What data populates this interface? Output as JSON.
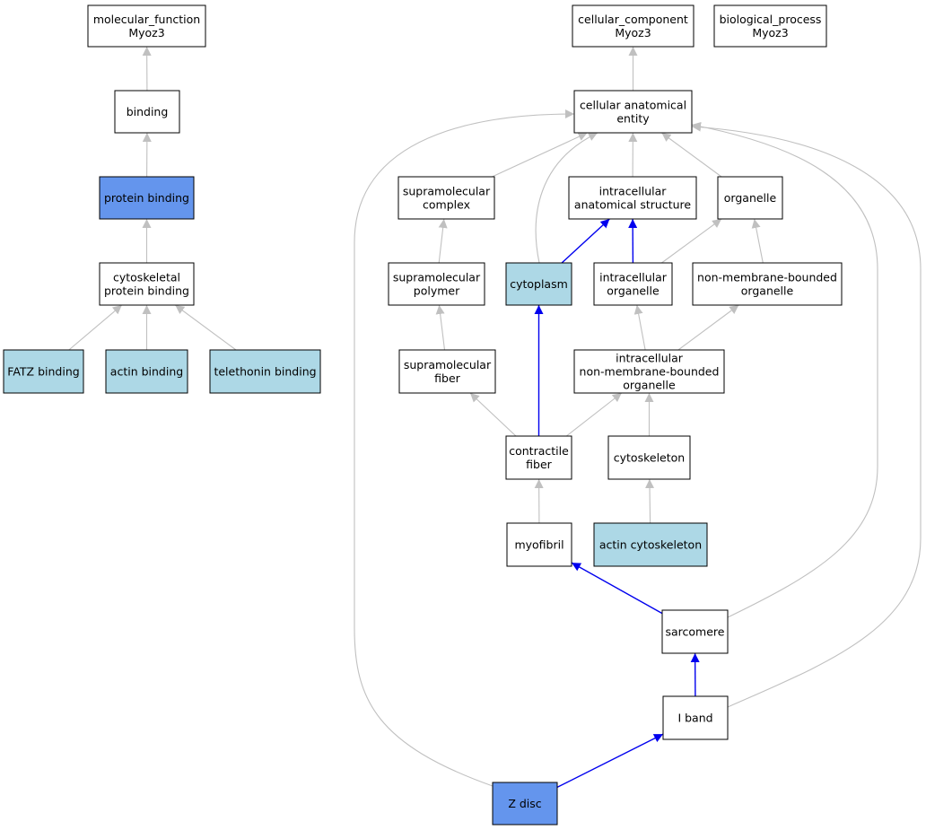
{
  "colors": {
    "edge_default": "#c0c0c0",
    "edge_highlight": "#0000ee",
    "node_default": "#ffffff",
    "node_annotated": "#add8e6",
    "node_direct": "#6495ed",
    "border": "#000000"
  },
  "nodes": [
    {
      "id": "molecular_function",
      "lines": [
        "molecular_function",
        "Myoz3"
      ],
      "fill": "default"
    },
    {
      "id": "binding",
      "lines": [
        "binding"
      ],
      "fill": "default"
    },
    {
      "id": "protein_binding",
      "lines": [
        "protein binding"
      ],
      "fill": "direct"
    },
    {
      "id": "cytoskeletal_protein_binding",
      "lines": [
        "cytoskeletal",
        "protein binding"
      ],
      "fill": "default"
    },
    {
      "id": "fatz_binding",
      "lines": [
        "FATZ binding"
      ],
      "fill": "annotated"
    },
    {
      "id": "actin_binding",
      "lines": [
        "actin binding"
      ],
      "fill": "annotated"
    },
    {
      "id": "telethonin_binding",
      "lines": [
        "telethonin binding"
      ],
      "fill": "annotated"
    },
    {
      "id": "cellular_component",
      "lines": [
        "cellular_component",
        "Myoz3"
      ],
      "fill": "default"
    },
    {
      "id": "biological_process",
      "lines": [
        "biological_process",
        "Myoz3"
      ],
      "fill": "default"
    },
    {
      "id": "cellular_anatomical_entity",
      "lines": [
        "cellular anatomical",
        "entity"
      ],
      "fill": "default"
    },
    {
      "id": "supramolecular_complex",
      "lines": [
        "supramolecular",
        "complex"
      ],
      "fill": "default"
    },
    {
      "id": "intracellular_anatomical_structure",
      "lines": [
        "intracellular",
        "anatomical structure"
      ],
      "fill": "default"
    },
    {
      "id": "organelle",
      "lines": [
        "organelle"
      ],
      "fill": "default"
    },
    {
      "id": "supramolecular_polymer",
      "lines": [
        "supramolecular",
        "polymer"
      ],
      "fill": "default"
    },
    {
      "id": "cytoplasm",
      "lines": [
        "cytoplasm"
      ],
      "fill": "annotated"
    },
    {
      "id": "intracellular_organelle",
      "lines": [
        "intracellular",
        "organelle"
      ],
      "fill": "default"
    },
    {
      "id": "non_membrane_bounded_organelle",
      "lines": [
        "non-membrane-bounded",
        "organelle"
      ],
      "fill": "default"
    },
    {
      "id": "supramolecular_fiber",
      "lines": [
        "supramolecular",
        "fiber"
      ],
      "fill": "default"
    },
    {
      "id": "intracellular_nmbo",
      "lines": [
        "intracellular",
        "non-membrane-bounded",
        "organelle"
      ],
      "fill": "default"
    },
    {
      "id": "contractile_fiber",
      "lines": [
        "contractile",
        "fiber"
      ],
      "fill": "default"
    },
    {
      "id": "cytoskeleton",
      "lines": [
        "cytoskeleton"
      ],
      "fill": "default"
    },
    {
      "id": "myofibril",
      "lines": [
        "myofibril"
      ],
      "fill": "default"
    },
    {
      "id": "actin_cytoskeleton",
      "lines": [
        "actin cytoskeleton"
      ],
      "fill": "annotated"
    },
    {
      "id": "sarcomere",
      "lines": [
        "sarcomere"
      ],
      "fill": "default"
    },
    {
      "id": "i_band",
      "lines": [
        "I band"
      ],
      "fill": "default"
    },
    {
      "id": "z_disc",
      "lines": [
        "Z disc"
      ],
      "fill": "direct"
    }
  ],
  "edges": [
    {
      "from": "binding",
      "to": "molecular_function",
      "highlight": false
    },
    {
      "from": "protein_binding",
      "to": "binding",
      "highlight": false
    },
    {
      "from": "cytoskeletal_protein_binding",
      "to": "protein_binding",
      "highlight": false
    },
    {
      "from": "fatz_binding",
      "to": "cytoskeletal_protein_binding",
      "highlight": false
    },
    {
      "from": "actin_binding",
      "to": "cytoskeletal_protein_binding",
      "highlight": false
    },
    {
      "from": "telethonin_binding",
      "to": "cytoskeletal_protein_binding",
      "highlight": false
    },
    {
      "from": "cellular_anatomical_entity",
      "to": "cellular_component",
      "highlight": false
    },
    {
      "from": "supramolecular_complex",
      "to": "cellular_anatomical_entity",
      "highlight": false
    },
    {
      "from": "intracellular_anatomical_structure",
      "to": "cellular_anatomical_entity",
      "highlight": false
    },
    {
      "from": "organelle",
      "to": "cellular_anatomical_entity",
      "highlight": false
    },
    {
      "from": "cytoplasm",
      "to": "cellular_anatomical_entity",
      "highlight": false
    },
    {
      "from": "supramolecular_polymer",
      "to": "supramolecular_complex",
      "highlight": false
    },
    {
      "from": "cytoplasm",
      "to": "intracellular_anatomical_structure",
      "highlight": true
    },
    {
      "from": "intracellular_organelle",
      "to": "intracellular_anatomical_structure",
      "highlight": true
    },
    {
      "from": "intracellular_organelle",
      "to": "organelle",
      "highlight": false
    },
    {
      "from": "non_membrane_bounded_organelle",
      "to": "organelle",
      "highlight": false
    },
    {
      "from": "supramolecular_fiber",
      "to": "supramolecular_polymer",
      "highlight": false
    },
    {
      "from": "intracellular_nmbo",
      "to": "intracellular_organelle",
      "highlight": false
    },
    {
      "from": "intracellular_nmbo",
      "to": "non_membrane_bounded_organelle",
      "highlight": false
    },
    {
      "from": "contractile_fiber",
      "to": "supramolecular_fiber",
      "highlight": false
    },
    {
      "from": "contractile_fiber",
      "to": "cytoplasm",
      "highlight": true
    },
    {
      "from": "contractile_fiber",
      "to": "intracellular_nmbo",
      "highlight": false
    },
    {
      "from": "cytoskeleton",
      "to": "intracellular_nmbo",
      "highlight": false
    },
    {
      "from": "myofibril",
      "to": "contractile_fiber",
      "highlight": false
    },
    {
      "from": "actin_cytoskeleton",
      "to": "cytoskeleton",
      "highlight": false
    },
    {
      "from": "sarcomere",
      "to": "myofibril",
      "highlight": true
    },
    {
      "from": "sarcomere",
      "to": "cellular_anatomical_entity",
      "highlight": false
    },
    {
      "from": "i_band",
      "to": "sarcomere",
      "highlight": true
    },
    {
      "from": "i_band",
      "to": "cellular_anatomical_entity",
      "highlight": false
    },
    {
      "from": "z_disc",
      "to": "i_band",
      "highlight": true
    },
    {
      "from": "z_disc",
      "to": "cellular_anatomical_entity",
      "highlight": false
    }
  ]
}
